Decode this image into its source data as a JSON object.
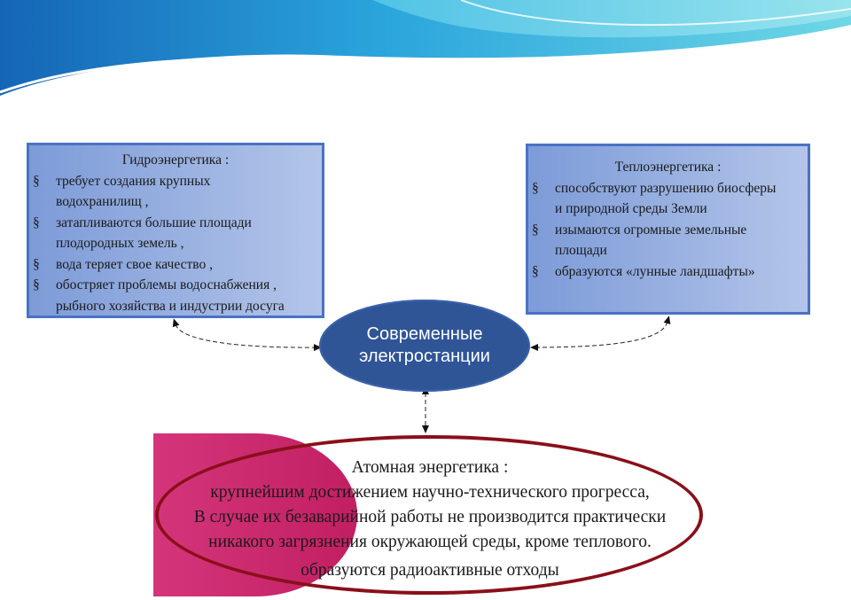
{
  "hydro": {
    "title": "Гидроэнергетика  :",
    "bullet": "§",
    "items": [
      {
        "line1": "требует создания крупных",
        "line2": "водохранилищ ,"
      },
      {
        "line1": "затапливаются большие площади",
        "line2": "плодородных земель ,"
      },
      {
        "line1": "вода теряет свое качество ,",
        "line2": ""
      },
      {
        "line1": "обостряет проблемы водоснабжения ,",
        "line2": "рыбного хозяйства и индустрии досуга"
      }
    ]
  },
  "thermal": {
    "title": "Теплоэнергетика   :",
    "bullet": "§",
    "items": [
      {
        "line1": "способствуют разрушению биосферы",
        "line2": "и природной среды Земли"
      },
      {
        "line1": "изымаются огромные земельные",
        "line2": "площади"
      },
      {
        "line1": "образуются «лунные ландшафты»",
        "line2": ""
      }
    ]
  },
  "center": {
    "line1": "Современные",
    "line2": "электростанции"
  },
  "atomic": {
    "title": "Атомная энергетика  :",
    "lines": [
      "крупнейшим достижением научно-технического прогресса,",
      "В случае их безаварийной работы не производится практически",
      "никакого загрязнения окружающей среды, кроме теплового.",
      "образуются радиоактивные отходы"
    ]
  },
  "colors": {
    "box_border": "#4a72c4",
    "center_fill": "#2f5597",
    "atomic_ring": "#8a0f1a",
    "atomic_fill": "#c21f62"
  }
}
